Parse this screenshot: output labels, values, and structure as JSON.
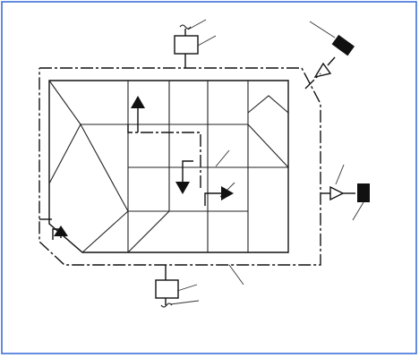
{
  "figure": {
    "frame_color": "#3d6fd9",
    "line_color": "#111111",
    "sensor_fill": "#111111",
    "labels": []
  },
  "components": {
    "top_actuator": "actuator-box",
    "bottom_actuator": "actuator-box",
    "upper_right_sensor": "sensor-block",
    "right_sensor": "sensor-block",
    "amplifiers": "triangle-amplifier",
    "flow_arrows": [
      "up-arrow",
      "down-arrow",
      "right-arrow",
      "up-right-arrow"
    ]
  }
}
